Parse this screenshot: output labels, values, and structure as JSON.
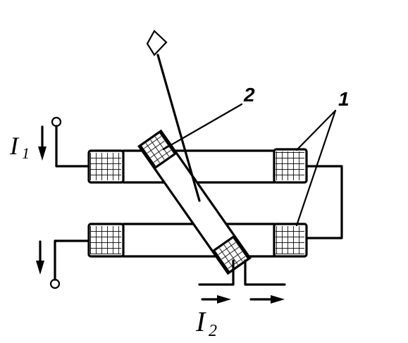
{
  "labels": {
    "current_1": "I",
    "current_1_sub": "1",
    "current_2": "I",
    "current_2_sub": "2",
    "callout_moving_coil": "2",
    "callout_fixed_coils": "1"
  },
  "colors": {
    "ink": "#000000",
    "background": "#ffffff"
  }
}
